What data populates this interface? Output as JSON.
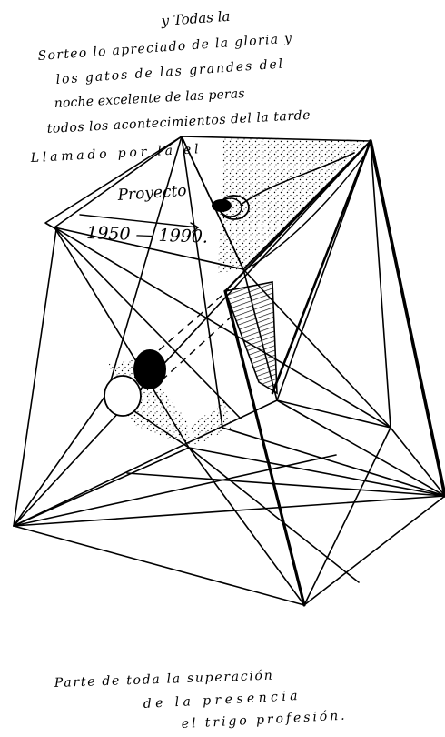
{
  "annotations": {
    "top_line_1": "y Todas la",
    "top_line_2": "Sorteo lo apreciado de la gloria y",
    "top_line_3": "los gatos de las grandes del",
    "top_line_4": "noche excelente de las peras",
    "top_line_5": "todos los acontecimientos del la tarde",
    "left_note": "Llamado por la el",
    "proyecto": "Proyecto",
    "years": "1950 — 1990.",
    "bottom_line_1": "Parte de toda la superación",
    "bottom_line_2": "de la presencia",
    "bottom_line_3": "el trigo profesión."
  },
  "colors": {
    "ink": "#000000",
    "paper": "#ffffff"
  }
}
